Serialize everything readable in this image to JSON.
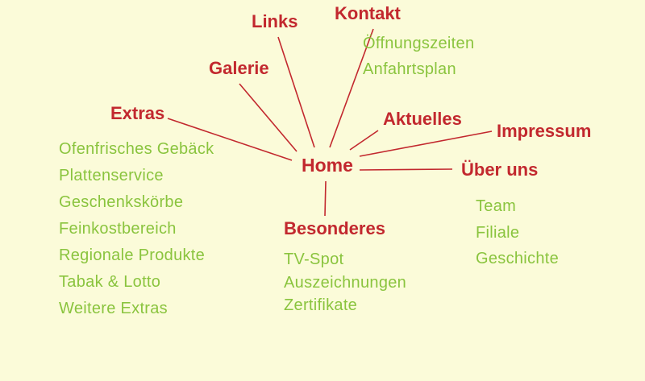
{
  "colors": {
    "background": "#FBFBD9",
    "heading_red": "#C2282E",
    "item_green": "#8AC43E",
    "line_red": "#C2282E"
  },
  "home": {
    "label": "Home"
  },
  "sections": {
    "links": {
      "label": "Links"
    },
    "kontakt": {
      "label": "Kontakt",
      "children": [
        "Öffnungszeiten",
        "Anfahrtsplan"
      ]
    },
    "galerie": {
      "label": "Galerie"
    },
    "extras": {
      "label": "Extras",
      "children": [
        "Ofenfrisches Gebäck",
        "Plattenservice",
        "Geschenkskörbe",
        "Feinkostbereich",
        "Regionale Produkte",
        "Tabak & Lotto",
        "Weitere Extras"
      ]
    },
    "aktuelles": {
      "label": "Aktuelles"
    },
    "impressum": {
      "label": "Impressum"
    },
    "ueber_uns": {
      "label": "Über uns",
      "children": [
        "Team",
        "Filiale",
        "Geschichte"
      ]
    },
    "besonderes": {
      "label": "Besonderes",
      "children": [
        "TV-Spot",
        "Auszeichnungen",
        "Zertifikate"
      ]
    }
  }
}
